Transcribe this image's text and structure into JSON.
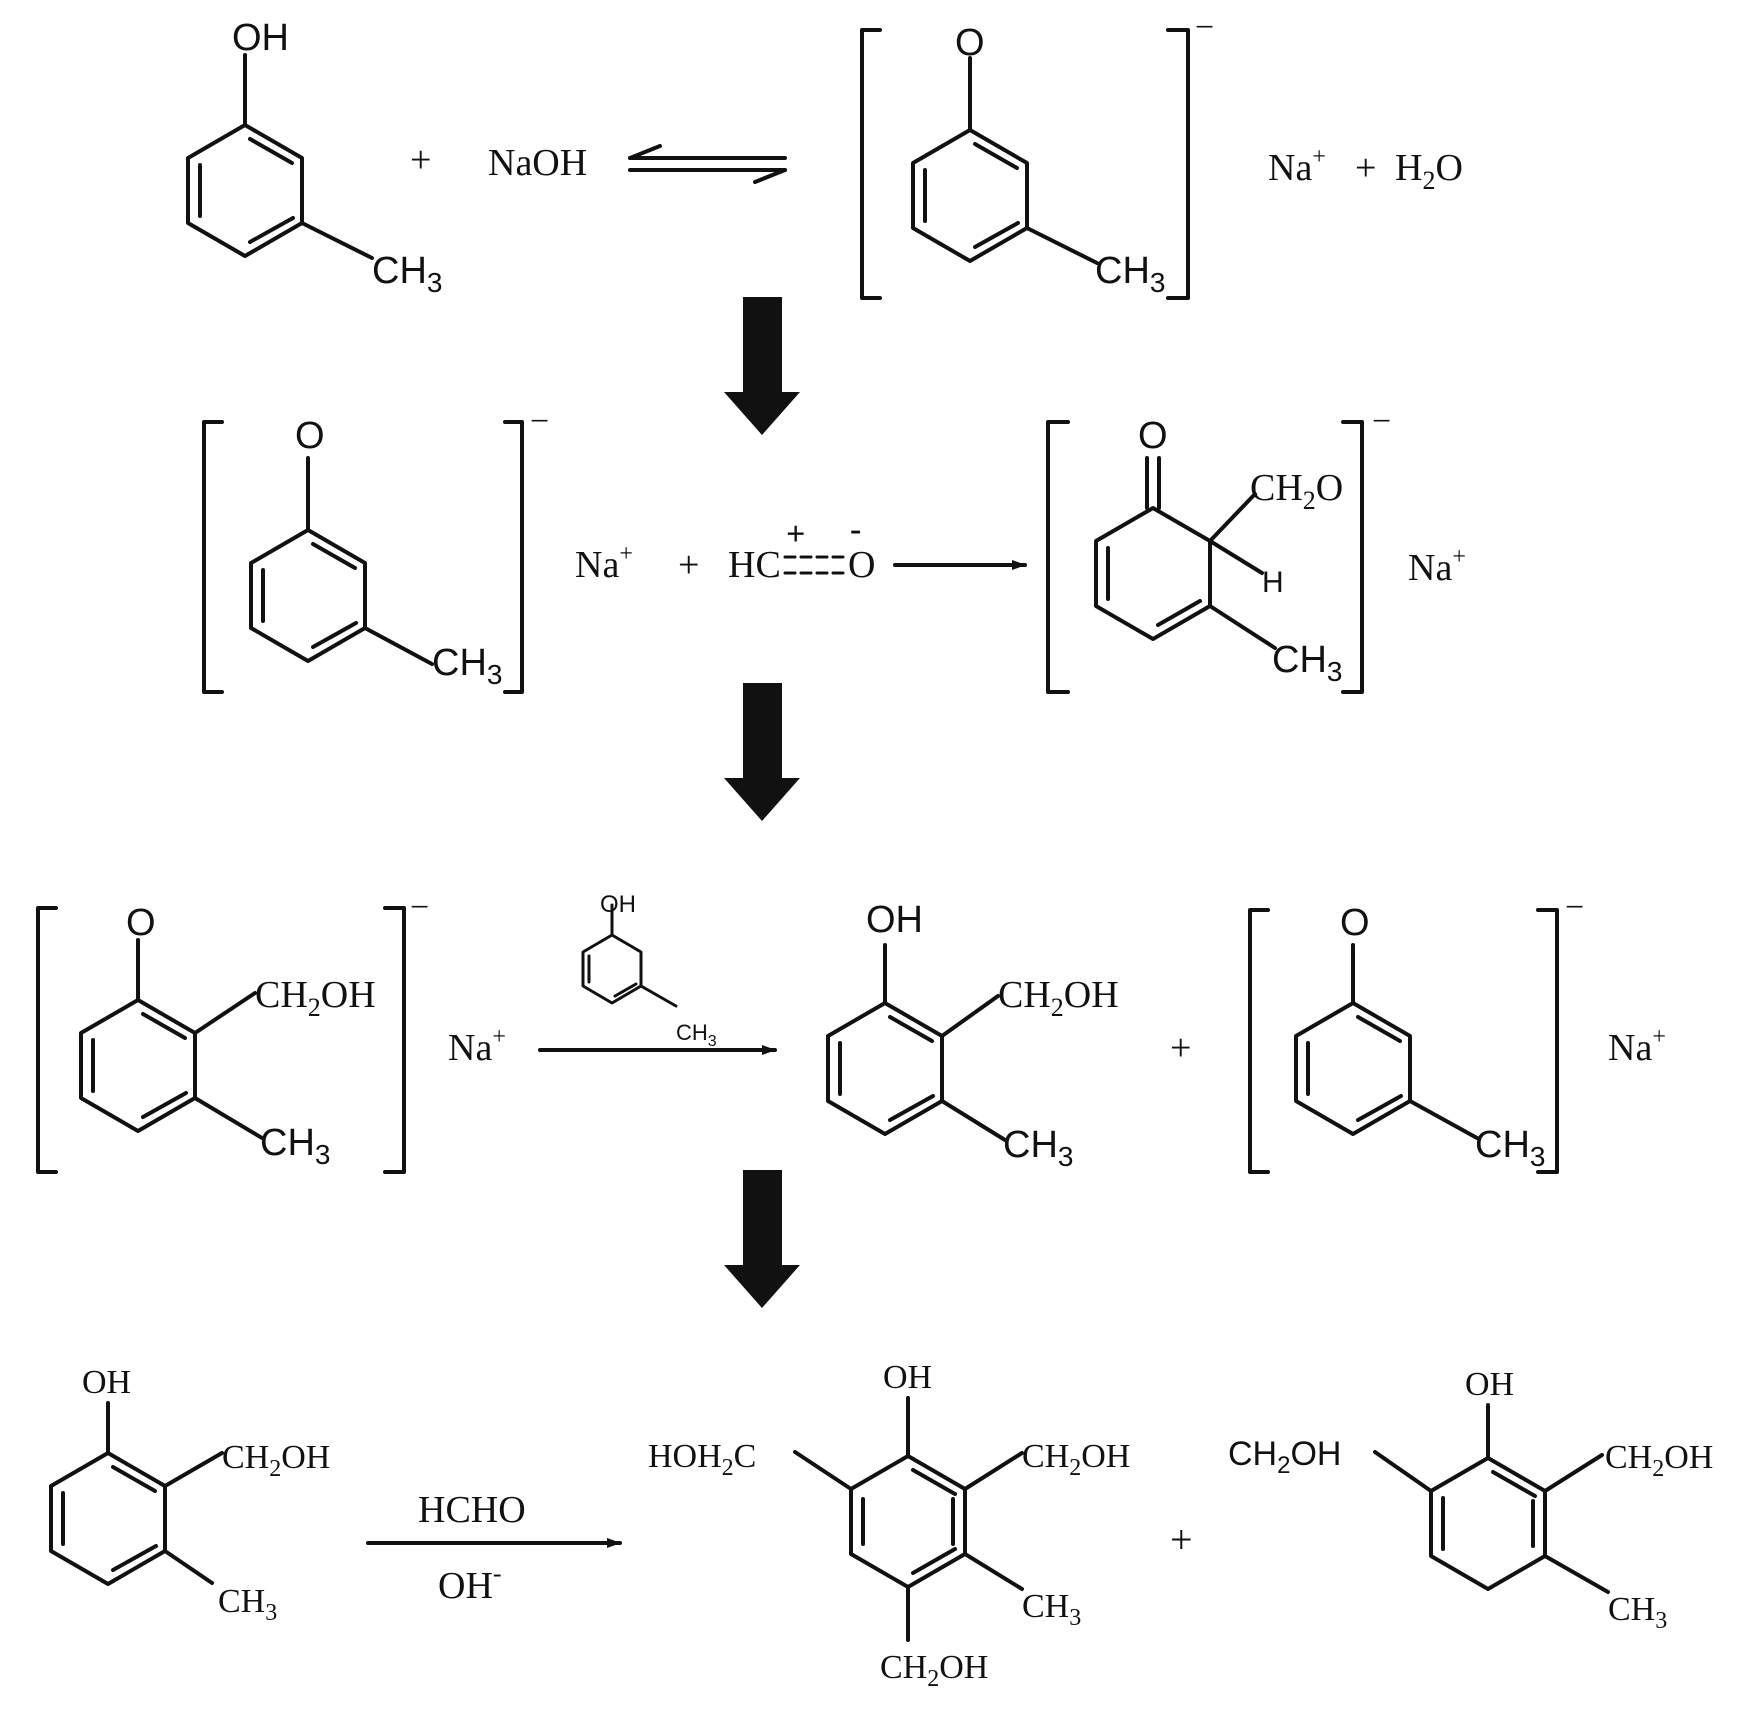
{
  "colors": {
    "ink": "#111111",
    "background": "#ffffff"
  },
  "labels": {
    "oh": "OH",
    "o": "O",
    "ch3": "CH",
    "sub3": "3",
    "sub2": "2",
    "ch2oh_a": "CH",
    "ch2oh_b": "OH",
    "hoh2c_a": "HOH",
    "hoh2c_b": "C",
    "ch2o_a": "CH",
    "ch2o_b": "O",
    "h": "H",
    "plus": "+",
    "minus": "−",
    "naoh": "NaOH",
    "na": "Na",
    "sup_plus": "+",
    "h2o_a": "H",
    "h2o_b": "O",
    "hc": "HC",
    "o_minus_sign": "-",
    "c_plus_sign": "+"
  },
  "reagents": {
    "hcho": "HCHO",
    "oh_minus": "OH",
    "oh_minus_sup": "-"
  }
}
